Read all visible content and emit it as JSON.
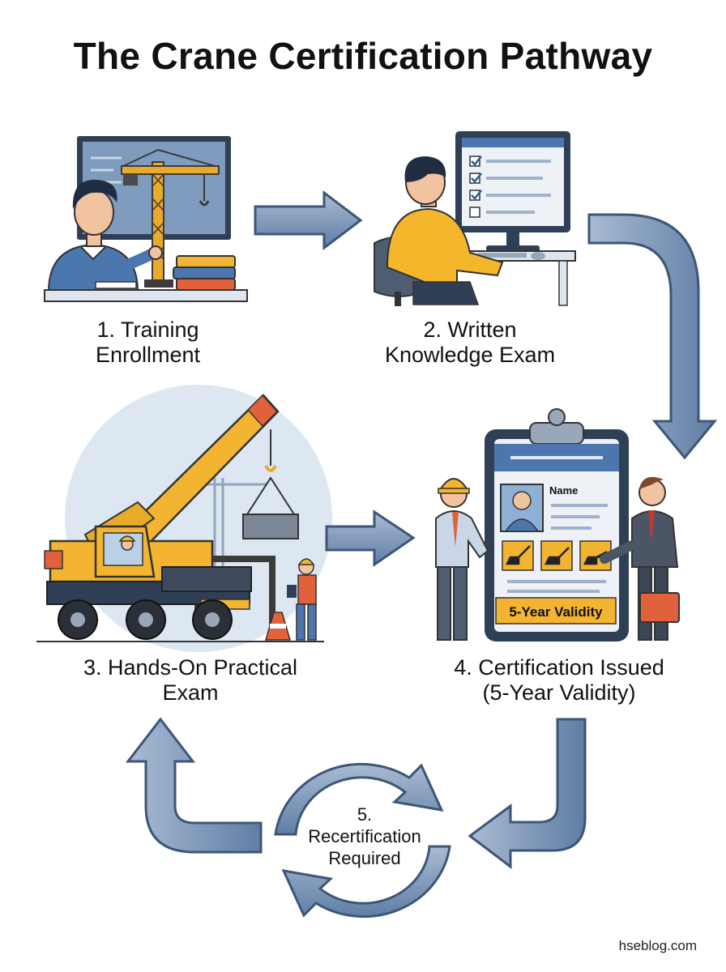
{
  "title": "The Crane Certification Pathway",
  "steps": [
    {
      "label": "1. Training\nEnrollment"
    },
    {
      "label": "2. Written\nKnowledge Exam"
    },
    {
      "label": "3. Hands-On Practical\nExam"
    },
    {
      "label": "4. Certification Issued\n(5-Year Validity)"
    },
    {
      "label": "5.\nRecertification\nRequired"
    }
  ],
  "certificate": {
    "name_label": "Name",
    "validity_badge": "5-Year Validity"
  },
  "footer": "hseblog.com",
  "colors": {
    "arrow": "#7d97b8",
    "arrow_dark": "#3d5677",
    "accent": "#f2b431",
    "shirt_blue": "#4b77ae",
    "shirt_yellow": "#f4b72b"
  }
}
